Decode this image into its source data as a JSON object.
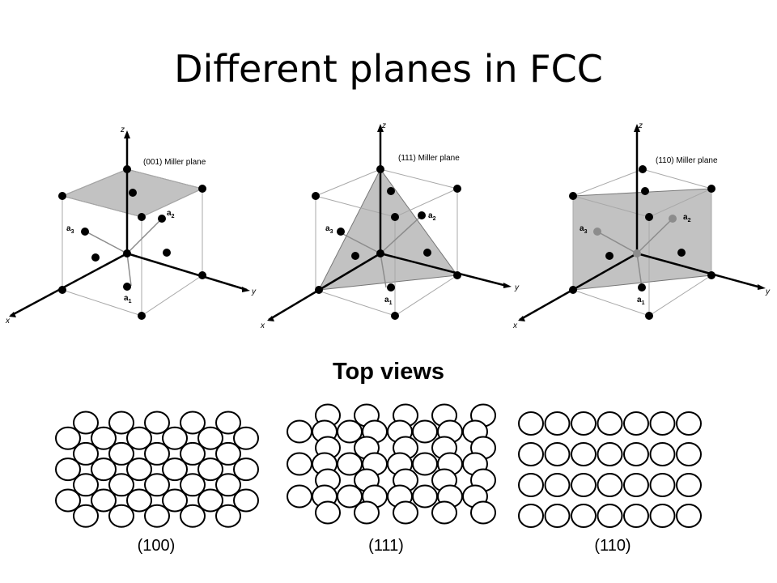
{
  "title": "Different planes in FCC",
  "top_views_heading": "Top views",
  "panels": [
    {
      "plane_label": "(001) Miller plane",
      "axis_labels": {
        "z": "z",
        "y": "y",
        "x": "x"
      },
      "vector_labels": [
        {
          "main": "a",
          "sub": "2"
        },
        {
          "main": "a",
          "sub": "3"
        },
        {
          "main": "a",
          "sub": "1"
        }
      ]
    },
    {
      "plane_label": "(111) Miller plane",
      "axis_labels": {
        "z": "z",
        "y": "y",
        "x": "x"
      },
      "vector_labels": [
        {
          "main": "a",
          "sub": "2"
        },
        {
          "main": "a",
          "sub": "3"
        },
        {
          "main": "a",
          "sub": "1"
        }
      ]
    },
    {
      "plane_label": "(110) Miller plane",
      "axis_labels": {
        "z": "z",
        "y": "y",
        "x": "x"
      },
      "vector_labels": [
        {
          "main": "a",
          "sub": "2"
        },
        {
          "main": "a",
          "sub": "3"
        },
        {
          "main": "a",
          "sub": "1"
        }
      ]
    }
  ],
  "top_views": [
    {
      "caption": "(100)",
      "packing": "square",
      "rows": 7
    },
    {
      "caption": "(111)",
      "packing": "hexagonal",
      "rows": 7
    },
    {
      "caption": "(110)",
      "packing": "rectangular",
      "rows": 4
    }
  ],
  "colors": {
    "plane_fill": "#c2c2c2",
    "atom": "#000000",
    "vector": "#8c8c8c",
    "cube_edge": "#a8a8a8",
    "circle_stroke": "#000000",
    "background": "#ffffff"
  }
}
